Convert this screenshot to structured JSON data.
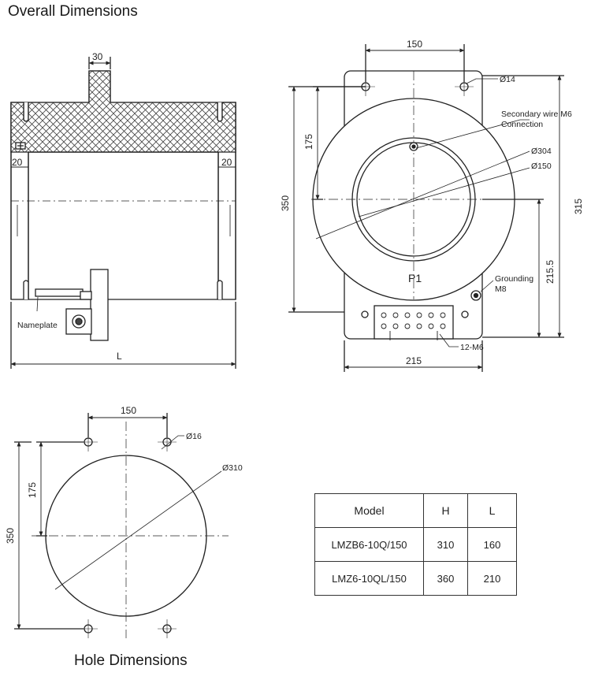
{
  "titles": {
    "overall": "Overall Dimensions",
    "hole": "Hole Dimensions"
  },
  "side_view": {
    "dim_top_width": "30",
    "dim_left_flange": "20",
    "dim_right_flange": "20",
    "dim_length": "L",
    "label_nameplate": "Nameplate"
  },
  "front_view": {
    "dim_hole_spacing": "150",
    "dim_hole_diameter": "Ø14",
    "label_secondary": "Secondary wire M6",
    "label_connection": "Connection",
    "dim_outer_diameter": "Ø304",
    "dim_inner_diameter": "Ø150",
    "dim_upper_height": "175",
    "dim_total_height": "350",
    "dim_right_height": "315",
    "dim_lower_height": "215.5",
    "label_p1": "P1",
    "label_grounding": "Grounding",
    "label_grounding_size": "M8",
    "label_terminals": "12-M6",
    "dim_base_width": "215"
  },
  "hole_view": {
    "dim_hole_spacing": "150",
    "dim_hole_diameter": "Ø16",
    "dim_circle_diameter": "Ø310",
    "dim_upper_height": "175",
    "dim_total_height": "350"
  },
  "table": {
    "headers": [
      "Model",
      "H",
      "L"
    ],
    "rows": [
      [
        "LMZB6-10Q/150",
        "310",
        "160"
      ],
      [
        "LMZ6-10QL/150",
        "360",
        "210"
      ]
    ]
  }
}
